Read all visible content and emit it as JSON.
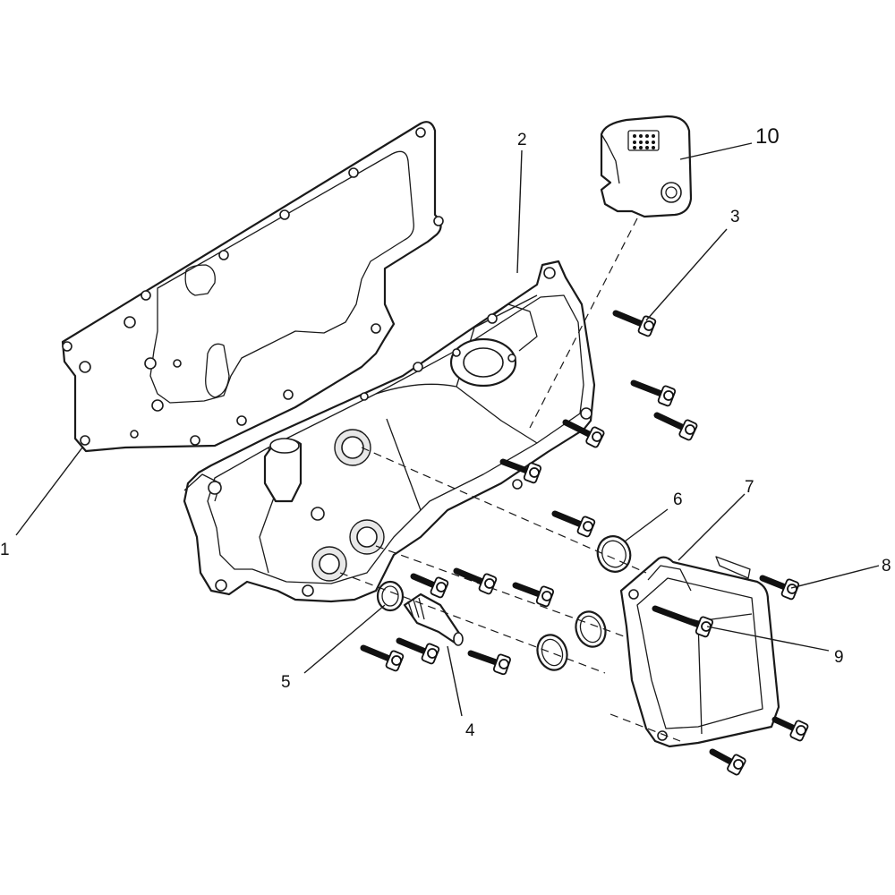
{
  "callouts": [
    {
      "id": "1",
      "label": "1"
    },
    {
      "id": "2",
      "label": "2"
    },
    {
      "id": "3",
      "label": "3"
    },
    {
      "id": "4",
      "label": "4"
    },
    {
      "id": "5",
      "label": "5"
    },
    {
      "id": "6",
      "label": "6"
    },
    {
      "id": "7",
      "label": "7"
    },
    {
      "id": "8",
      "label": "8"
    },
    {
      "id": "9",
      "label": "9"
    },
    {
      "id": "10",
      "label": "10"
    }
  ],
  "colors": {
    "line": "#1a1a1a",
    "background": "#ffffff",
    "shade": "#e8e8e8"
  }
}
